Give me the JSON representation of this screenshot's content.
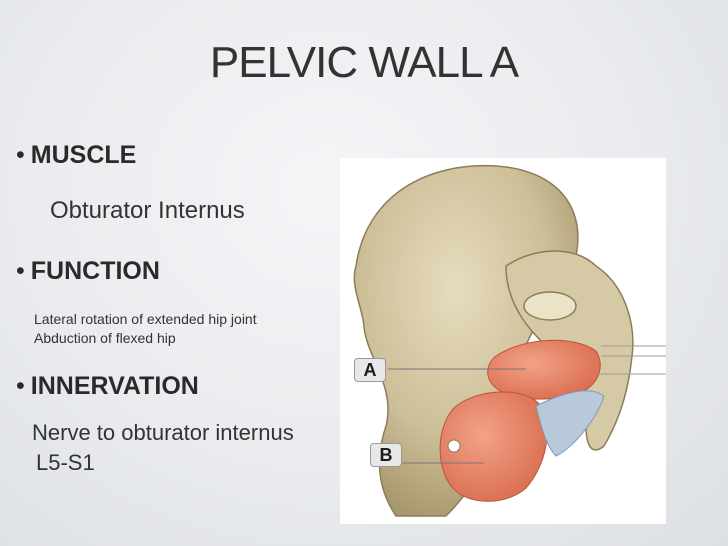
{
  "slide": {
    "title": "PELVIC WALL A",
    "bullet_glyph": "•",
    "sections": {
      "muscle": {
        "heading": "MUSCLE",
        "value": "Obturator Internus"
      },
      "function": {
        "heading": "FUNCTION",
        "lines": [
          "Lateral rotation of extended hip joint",
          "Abduction of flexed hip"
        ]
      },
      "innervation": {
        "heading": "INNERVATION",
        "lines": [
          "Nerve to obturator internus",
          "L5-S1"
        ]
      }
    }
  },
  "figure": {
    "labels": {
      "a": "A",
      "b": "B"
    }
  }
}
